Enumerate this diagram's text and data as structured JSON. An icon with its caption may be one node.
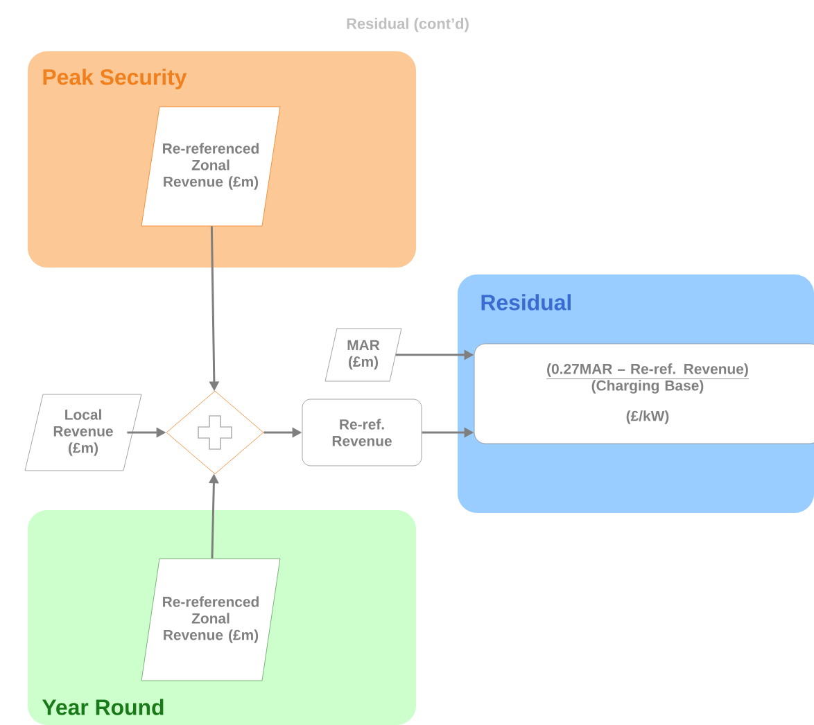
{
  "diagram": {
    "title": "Residual (cont’d)",
    "nodes": [
      {
        "text": [
          "Peak Security"
        ]
      },
      {
        "text": [
          "Re-referenced Zonal Revenue (£m)"
        ],
        "in": 0
      },
      {
        "text": [
          "Residual"
        ]
      },
      {
        "text": [
          "MAR (£m)"
        ]
      },
      {
        "text": [
          "(0.27MAR – Re-ref. Revenue)",
          "(Charging Base)",
          "(£/kW)"
        ],
        "in": 2
      },
      {
        "text": [
          "Local Revenue (£m)"
        ]
      },
      {
        "text": [],
        "shape": "diamond"
      },
      {
        "text": [
          "Re-ref. Revenue"
        ]
      },
      {
        "text": [
          "Year Round"
        ]
      },
      {
        "text": [
          "Re-referenced Zonal Revenue (£m)"
        ],
        "in": 8
      }
    ],
    "edges": [
      {
        "from": 1,
        "to": 6,
        "arrow": "to"
      },
      {
        "from": 9,
        "to": 6,
        "arrow": "to"
      },
      {
        "from": 5,
        "to": 6,
        "arrow": "to"
      },
      {
        "from": 6,
        "to": 7,
        "arrow": "to"
      },
      {
        "from": 3,
        "to": 4,
        "arrow": "to"
      },
      {
        "from": 7,
        "to": 4,
        "arrow": "to"
      }
    ]
  }
}
